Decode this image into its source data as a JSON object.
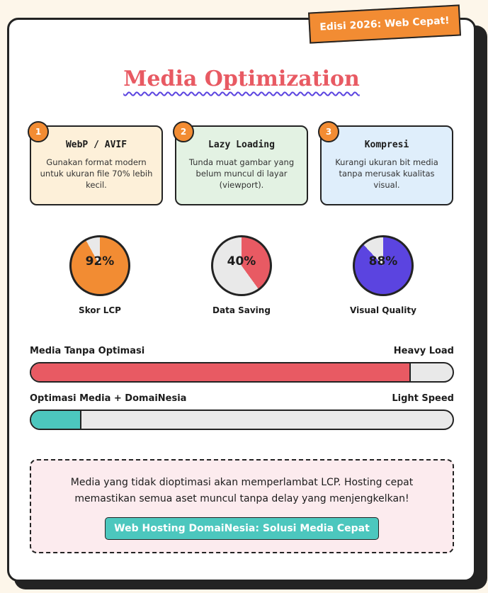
{
  "ribbon": "Edisi 2026: Web Cepat!",
  "title": "Media Optimization",
  "tips": [
    {
      "num": "1",
      "title": "WebP / AVIF",
      "desc": "Gunakan format modern untuk ukuran file 70% lebih kecil.",
      "bg": "#fdf0d9"
    },
    {
      "num": "2",
      "title": "Lazy Loading",
      "desc": "Tunda muat gambar yang belum muncul di layar (viewport).",
      "bg": "#e3f2e3"
    },
    {
      "num": "3",
      "title": "Kompresi",
      "desc": "Kurangi ukuran bit media tanpa merusak kualitas visual.",
      "bg": "#dfeefb"
    }
  ],
  "gauges": [
    {
      "value": "92%",
      "fraction": 0.92,
      "label": "Skor LCP",
      "color": "#f28c33"
    },
    {
      "value": "40%",
      "fraction": 0.4,
      "label": "Data Saving",
      "color": "#e85a63"
    },
    {
      "value": "88%",
      "fraction": 0.88,
      "label": "Visual Quality",
      "color": "#5b44e0"
    }
  ],
  "bars": [
    {
      "left_label": "Media Tanpa Optimasi",
      "right_label": "Heavy Load",
      "fraction": 0.9,
      "color": "#e85a63"
    },
    {
      "left_label": "Optimasi Media + DomaiNesia",
      "right_label": "Light Speed",
      "fraction": 0.12,
      "color": "#4cc7be"
    }
  ],
  "note": {
    "line1": "Media yang tidak dioptimasi akan memperlambat LCP. Hosting cepat",
    "line2": "memastikan semua aset muncul tanpa delay yang menjengkelkan!",
    "cta": "Web Hosting DomaiNesia: Solusi Media Cepat"
  }
}
